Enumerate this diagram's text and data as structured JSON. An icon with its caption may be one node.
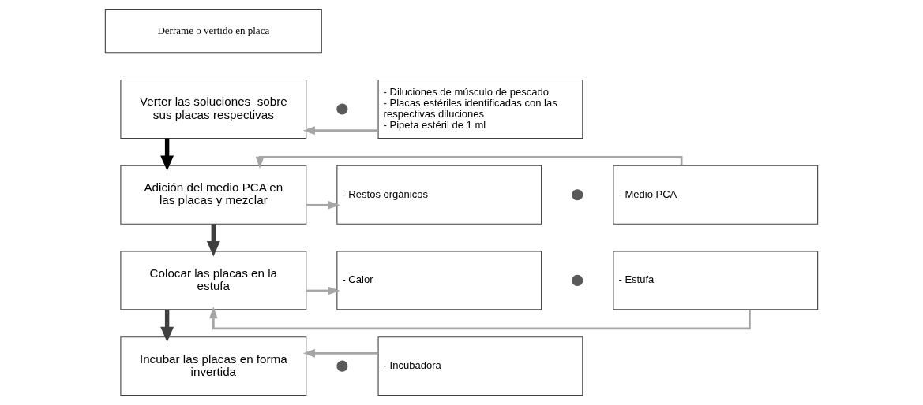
{
  "diagram": {
    "nodes": [
      {
        "text": [
          "Derrame o vertido en placa"
        ]
      },
      {
        "text": [
          "- Diluciones de músculo de pescado",
          "- Placas estériles identificadas con las respectivas diluciones",
          "- Pipeta estéril de 1 ml"
        ]
      },
      {
        "text": [
          "Verter las soluciones  sobre sus placas respectivas"
        ]
      },
      {
        "text": [],
        "shape": "circle"
      },
      {
        "text": [
          "- Medio PCA"
        ]
      },
      {
        "text": [
          "Adición del medio PCA en  las placas y mezclar"
        ]
      },
      {
        "text": [],
        "shape": "circle"
      },
      {
        "text": [
          "- Restos orgánicos"
        ]
      },
      {
        "text": [
          "- Estufa"
        ]
      },
      {
        "text": [
          "Colocar las placas en la estufa"
        ]
      },
      {
        "text": [],
        "shape": "circle"
      },
      {
        "text": [
          "- Calor"
        ]
      },
      {
        "text": [
          "- Incubadora"
        ]
      },
      {
        "text": [
          "Incubar las placas en forma invertida"
        ]
      },
      {
        "text": [],
        "shape": "circle"
      }
    ],
    "edges": [
      {
        "from": 1,
        "to": 2,
        "arrow": "to"
      },
      {
        "from": 2,
        "to": 5,
        "arrow": "to",
        "style": "thick",
        "color": "#000000"
      },
      {
        "from": 4,
        "to": 5,
        "arrow": "to"
      },
      {
        "from": 5,
        "to": 7,
        "arrow": "to"
      },
      {
        "from": 5,
        "to": 9,
        "arrow": "to",
        "style": "thick",
        "color": "#404040"
      },
      {
        "from": 8,
        "to": 9,
        "arrow": "to"
      },
      {
        "from": 9,
        "to": 11,
        "arrow": "to"
      },
      {
        "from": 9,
        "to": 13,
        "arrow": "to",
        "style": "thick",
        "color": "#404040"
      },
      {
        "from": 12,
        "to": 13,
        "arrow": "to"
      }
    ]
  }
}
